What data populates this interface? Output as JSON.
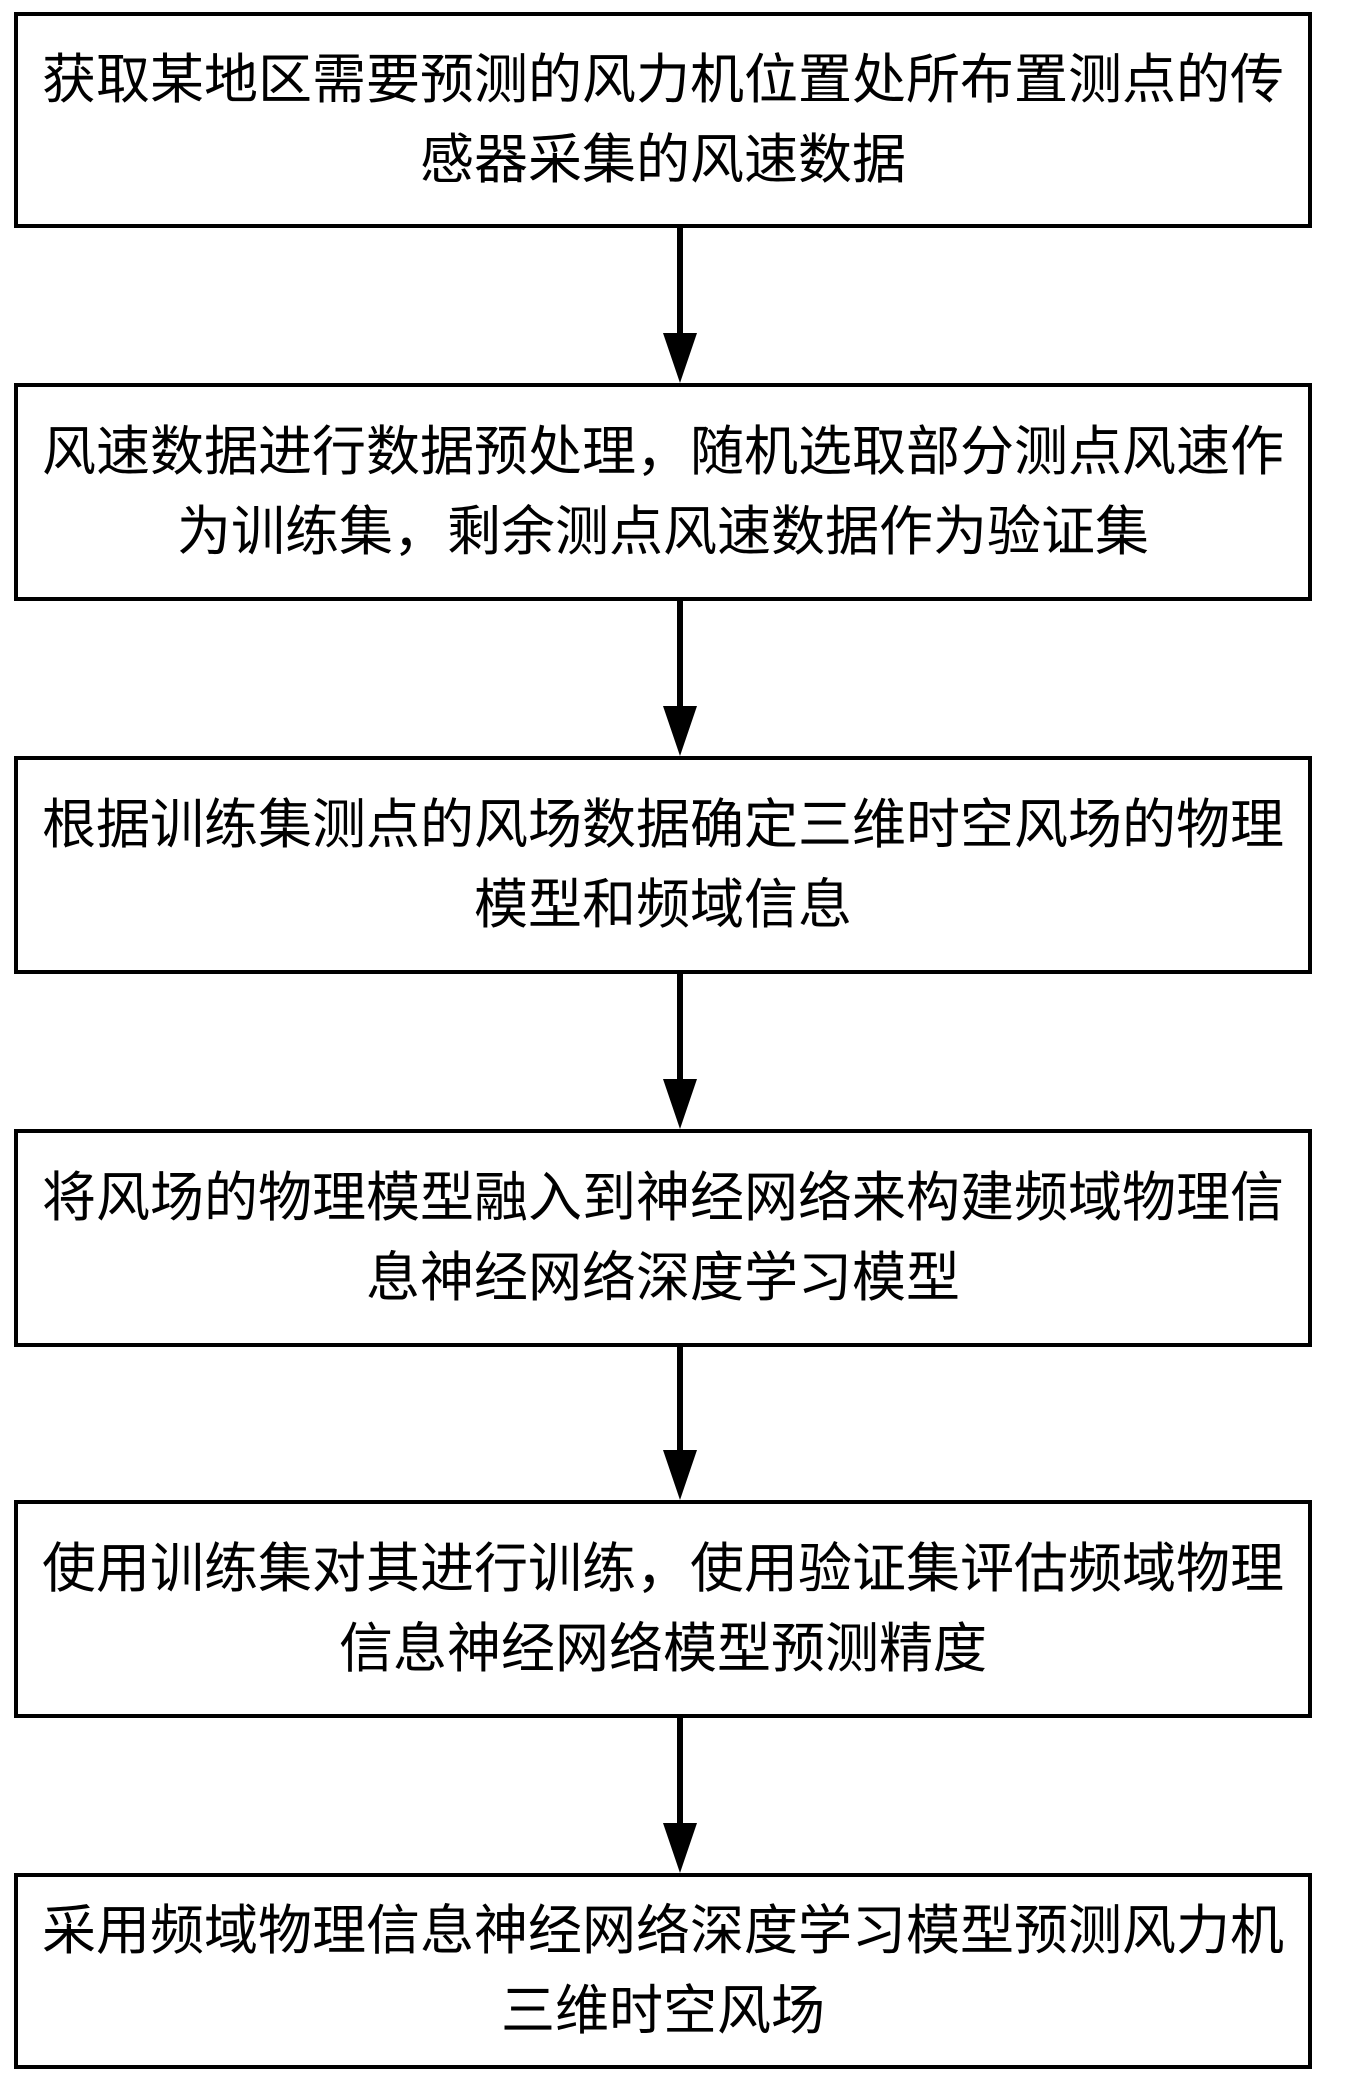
{
  "flowchart": {
    "steps": [
      "获取某地区需要预测的风力机位置处所布置测点的传感器采集的风速数据",
      "风速数据进行数据预处理，随机选取部分测点风速作为训练集，剩余测点风速数据作为验证集",
      "根据训练集测点的风场数据确定三维时空风场的物理模型和频域信息",
      "将风场的物理模型融入到神经网络来构建频域物理信息神经网络深度学习模型",
      "使用训练集对其进行训练，使用验证集评估频域物理信息神经网络模型预测精度",
      "采用频域物理信息神经网络深度学习模型预测风力机三维时空风场"
    ]
  }
}
